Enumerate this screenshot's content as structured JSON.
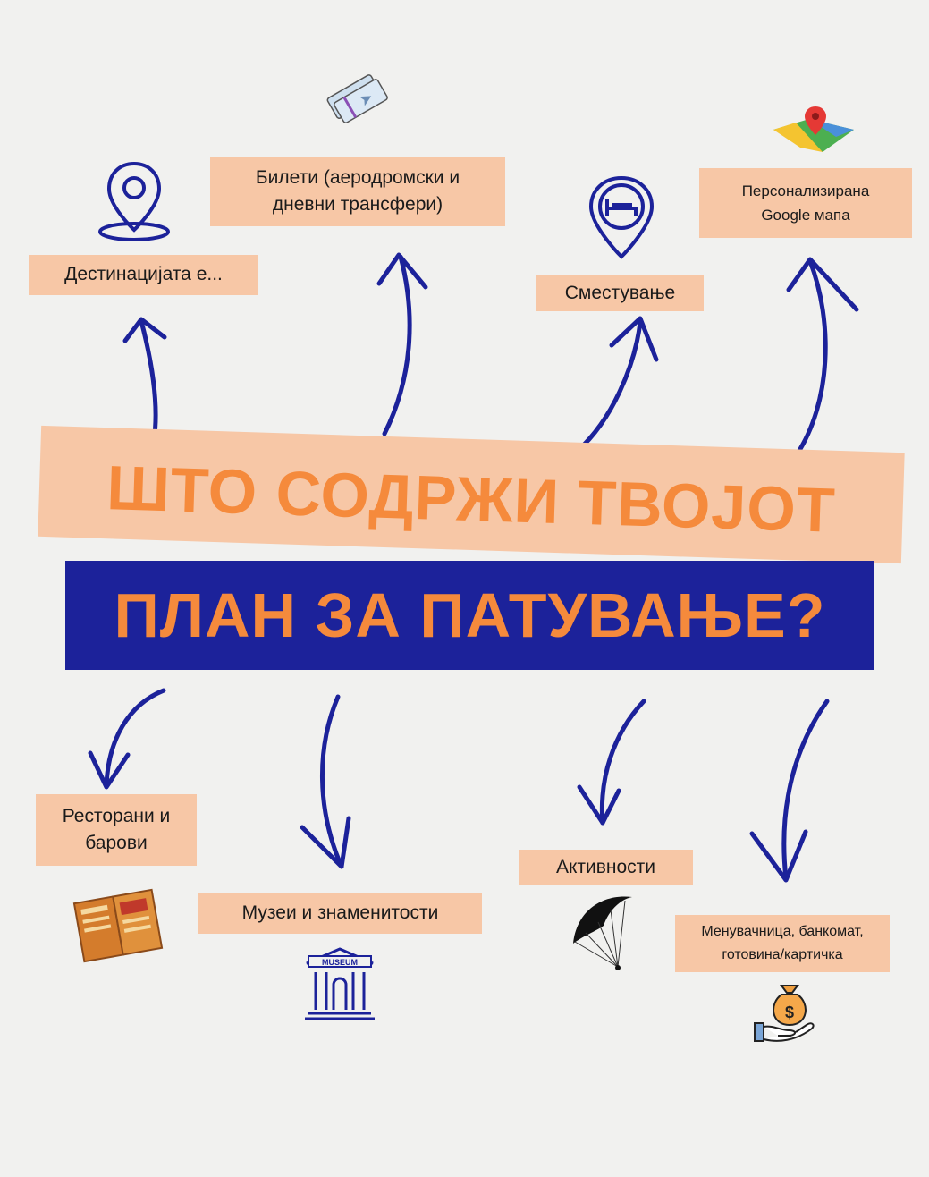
{
  "title": {
    "line1": "ШТО СОДРЖИ ТВОЈОТ",
    "line2": "ПЛАН ЗА ПАТУВАЊЕ?"
  },
  "top_items": {
    "destination": "Дестинацијата е...",
    "tickets_line1": "Билети (аеродромски и",
    "tickets_line2": "дневни трансфери)",
    "accommodation": "Сместување",
    "map_line1": "Персонализирана",
    "map_line2": "Google мапа"
  },
  "bottom_items": {
    "restaurants_line1": "Ресторани и",
    "restaurants_line2": "барови",
    "museums": "Музеи и знаменитости",
    "activities": "Активности",
    "exchange_line1": "Менувачница, банкомат,",
    "exchange_line2": "готовина/картичка"
  },
  "icons": {
    "museum_sign": "MUSEUM",
    "money_bag_symbol": "$"
  },
  "colors": {
    "navy": "#1c229a",
    "orange": "#f58a3c",
    "peach": "#f7c7a6",
    "background": "#f1f1ef"
  }
}
